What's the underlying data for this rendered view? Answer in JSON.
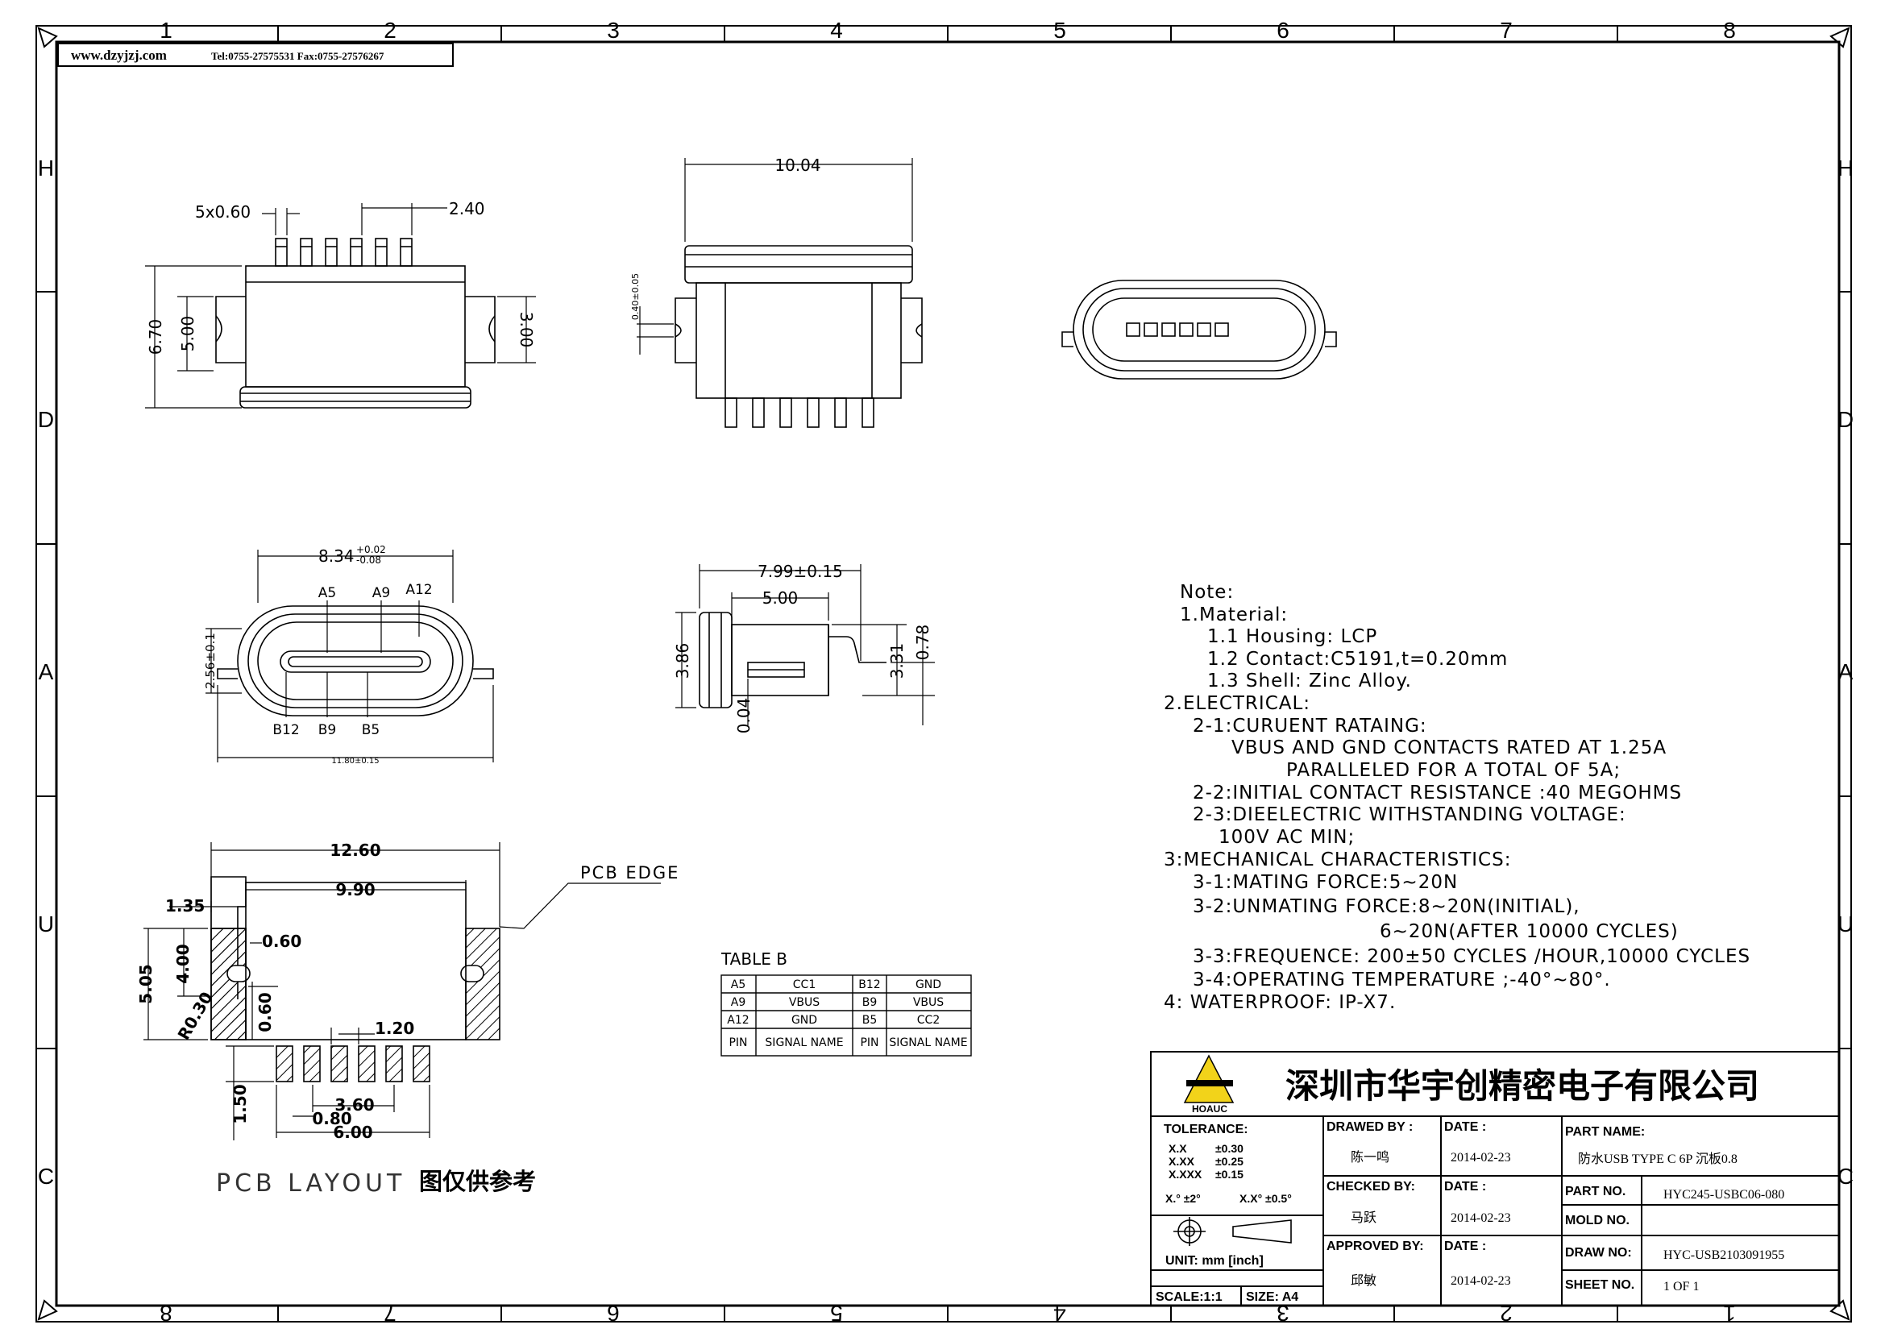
{
  "header": {
    "website": "www.dzyjzj.com",
    "contact": "Tel:0755-27575531  Fax:0755-27576267"
  },
  "zones": {
    "top": [
      "1",
      "2",
      "3",
      "4",
      "5",
      "6",
      "7",
      "8"
    ],
    "bottom": [
      "8",
      "7",
      "6",
      "5",
      "4",
      "3",
      "2",
      "1"
    ],
    "left": [
      "H",
      "D",
      "A",
      "U",
      "C"
    ],
    "right": [
      "H",
      "D",
      "A",
      "U",
      "C"
    ]
  },
  "dims": {
    "side_pitch": "5x0.60",
    "side_span": "2.40",
    "side_h1": "6.70",
    "side_h2": "5.00",
    "side_h3": "3.00",
    "front_w": "10.04",
    "front_tol": "0.40±0.05",
    "bottom_w": "8.34",
    "bottom_tol_up": "+0.02",
    "bottom_tol_dn": "-0.08",
    "bottom_h": "2.56±0.1",
    "bottom_total": "11.80±0.15",
    "pins_top": [
      "A5",
      "A9",
      "A12"
    ],
    "pins_bottom": [
      "B12",
      "B9",
      "B5"
    ],
    "prof_w": "7.99±0.15",
    "prof_w2": "5.00",
    "prof_h": "3.86",
    "prof_h2": "3.31",
    "prof_h3": "0.78",
    "prof_t": "0.04"
  },
  "pcb": {
    "edge_label": "PCB EDGE",
    "w1": "12.60",
    "w2": "9.90",
    "d1": "1.35",
    "d2": "0.60",
    "h1": "5.05",
    "h2": "4.00",
    "h3": "0.60",
    "r": "R0.30",
    "pitch": "1.20",
    "pad_l": "1.50",
    "s1": "3.60",
    "s2": "0.80",
    "s3": "6.00",
    "title": "PCB LAYOUT",
    "note": "图仅供参考"
  },
  "table_b": {
    "title": "TABLE B",
    "rows": [
      [
        "A5",
        "CC1",
        "B12",
        "GND"
      ],
      [
        "A9",
        "VBUS",
        "B9",
        "VBUS"
      ],
      [
        "A12",
        "GND",
        "B5",
        "CC2"
      ],
      [
        "PIN",
        "SIGNAL NAME",
        "PIN",
        "SIGNAL NAME"
      ]
    ]
  },
  "notes": [
    "Note:",
    "1.Material:",
    "1.1  Housing: LCP",
    "1.2  Contact:C5191,t=0.20mm",
    "1.3  Shell: Zinc Alloy.",
    "2.ELECTRICAL:",
    "2-1:CURUENT RATAING:",
    "VBUS AND GND CONTACTS RATED AT 1.25A",
    "PARALLELED FOR A TOTAL OF 5A;",
    "2-2:INITIAL CONTACT RESISTANCE :40 MEGOHMS",
    "2-3:DIEELECTRIC WITHSTANDING VOLTAGE:",
    "100V AC MIN;",
    "3:MECHANICAL CHARACTERISTICS:",
    "3-1:MATING FORCE:5~20N",
    "3-2:UNMATING FORCE:8~20N(INITIAL),",
    "6~20N(AFTER 10000 CYCLES)",
    "3-3:FREQUENCE: 200±50 CYCLES /HOUR,10000 CYCLES",
    "3-4:OPERATING TEMPERATURE ;-40°~80°.",
    "4: WATERPROOF: IP-X7."
  ],
  "title_block": {
    "company": "深圳市华宇创精密电子有限公司",
    "logo_text": "HOAUC",
    "tolerance_label": "TOLERANCE:",
    "tol": [
      [
        "X.X",
        "±0.30"
      ],
      [
        "X.XX",
        "±0.25"
      ],
      [
        "X.XXX",
        "±0.15"
      ]
    ],
    "angle1": "X.° ±2°",
    "angle2": "X.X° ±0.5°",
    "unit": "UNIT:  mm  [inch]",
    "scale": "SCALE:1:1",
    "size": "SIZE: A4",
    "drawn_by_label": "DRAWED BY :",
    "drawn_by": "陈一鸣",
    "checked_by_label": "CHECKED BY:",
    "checked_by": "马跃",
    "approved_by_label": "APPROVED BY:",
    "approved_by": "邱敏",
    "date_label": "DATE :",
    "date1": "2014-02-23",
    "date2": "2014-02-23",
    "date3": "2014-02-23",
    "part_name_label": "PART NAME:",
    "part_name": "防水USB TYPE C 6P 沉板0.8",
    "part_no_label": "PART NO.",
    "part_no": "HYC245-USBC06-080",
    "mold_no_label": "MOLD NO.",
    "mold_no": "",
    "draw_no_label": "DRAW NO:",
    "draw_no": "HYC-USB2103091955",
    "sheet_no_label": "SHEET NO.",
    "sheet_no": "1 OF 1"
  }
}
